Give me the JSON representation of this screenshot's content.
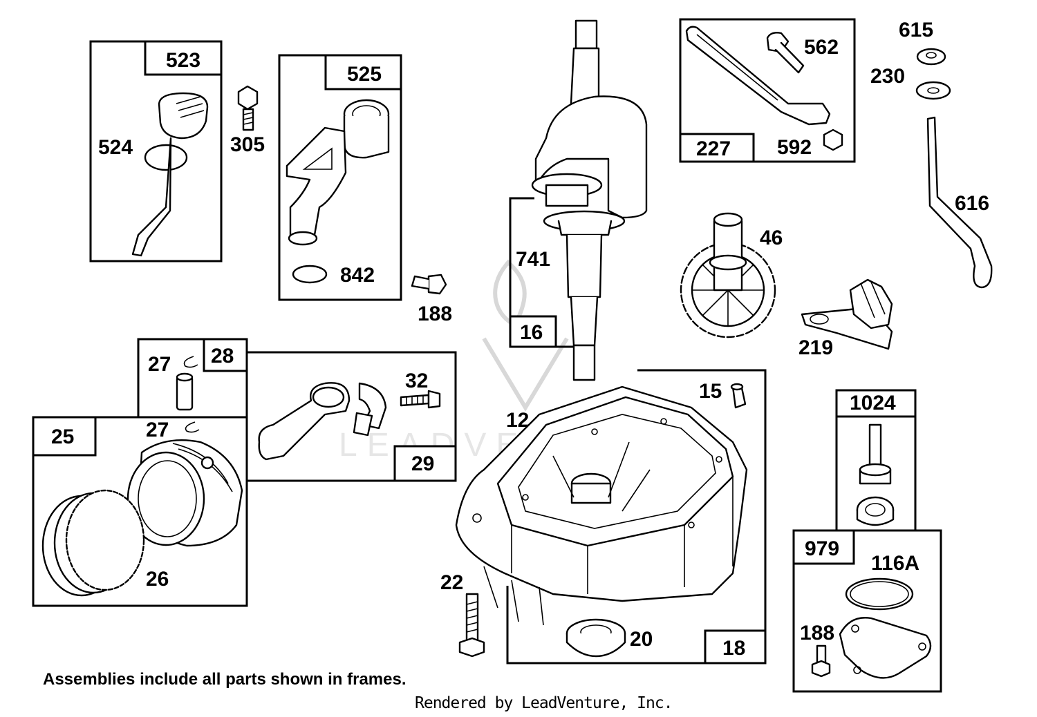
{
  "watermark": "LEADVENTURE",
  "labels": {
    "p523": "523",
    "p524": "524",
    "p305": "305",
    "p525": "525",
    "p842": "842",
    "p188a": "188",
    "p741": "741",
    "p16": "16",
    "p562": "562",
    "p227": "227",
    "p592": "592",
    "p615": "615",
    "p230": "230",
    "p616": "616",
    "p46": "46",
    "p219": "219",
    "p27a": "27",
    "p28": "28",
    "p32": "32",
    "p29": "29",
    "p25": "25",
    "p27b": "27",
    "p26": "26",
    "p12": "12",
    "p15": "15",
    "p22": "22",
    "p20": "20",
    "p18": "18",
    "p1024": "1024",
    "p979": "979",
    "p116a": "116A",
    "p188b": "188"
  },
  "footer": {
    "note": "Assemblies include all parts shown in frames.",
    "credit": "Rendered by LeadVenture, Inc."
  }
}
